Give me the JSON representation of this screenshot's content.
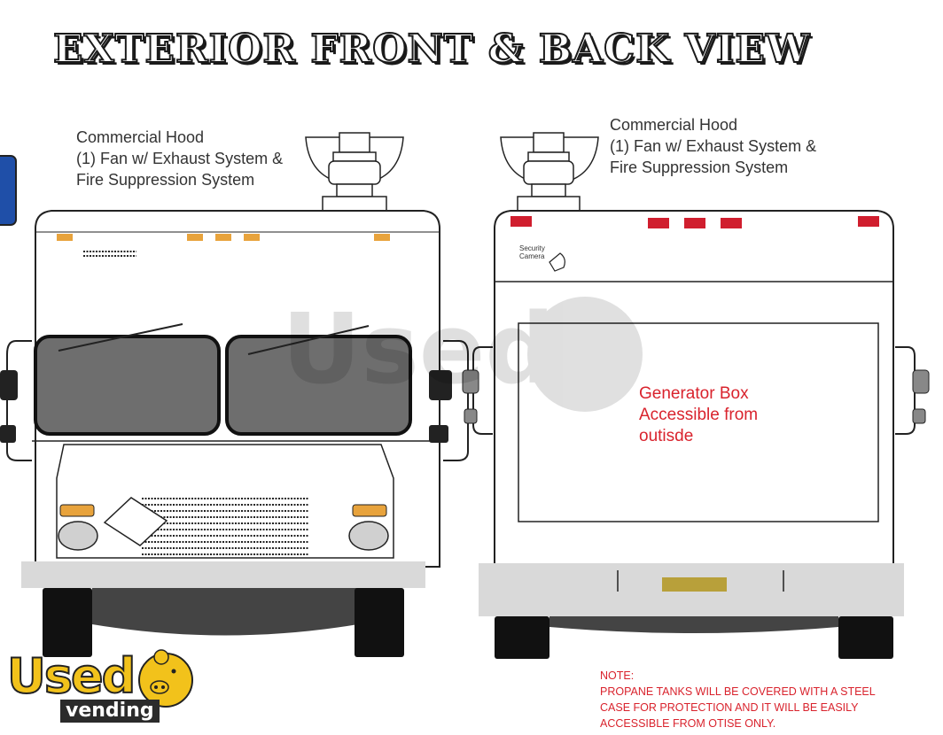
{
  "title": "EXTERIOR FRONT & BACK VIEW",
  "front_view": {
    "hood_label_lines": [
      "Commercial Hood",
      "(1) Fan w/ Exhaust System &",
      "Fire Suppression System"
    ]
  },
  "back_view": {
    "hood_label_lines": [
      "Commercial Hood",
      "(1) Fan w/ Exhaust System &",
      "Fire Suppression System"
    ],
    "security_camera_lines": [
      "Security",
      "Camera"
    ],
    "generator_lines": [
      "Generator Box",
      "Accessible from",
      "outisde"
    ]
  },
  "note_lines": [
    "NOTE:",
    "PROPANE TANKS WILL BE COVERED WITH A STEEL",
    "CASE FOR PROTECTION AND IT WILL BE EASILY",
    "ACCESSIBLE FROM OTISE ONLY."
  ],
  "logo": {
    "word1": "Used",
    "word2": "vending"
  },
  "colors": {
    "marker_orange": "#e8a33c",
    "tail_red": "#d01e2e",
    "annotation_red": "#d9232d",
    "window_gray": "#6e6e6e",
    "bumper_gray": "#d9d9d9",
    "plate_gold": "#b8a03a"
  }
}
